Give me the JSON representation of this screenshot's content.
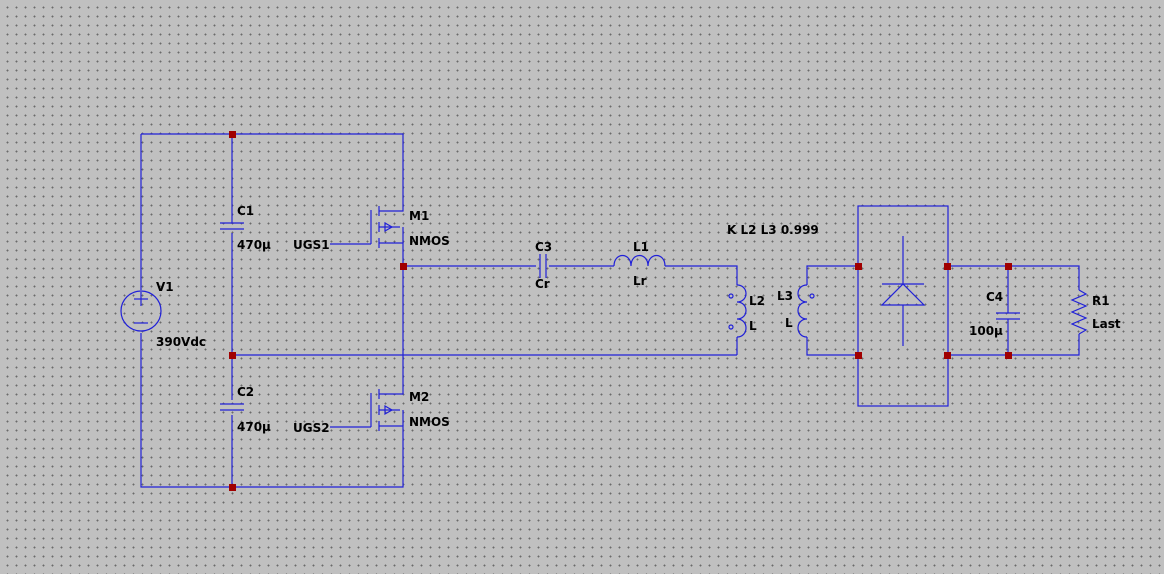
{
  "components": {
    "v1": {
      "name": "V1",
      "value": "390Vdc"
    },
    "c1": {
      "name": "C1",
      "value": "470µ"
    },
    "c2": {
      "name": "C2",
      "value": "470µ"
    },
    "m1": {
      "name": "M1",
      "model": "NMOS",
      "gate": "UGS1"
    },
    "m2": {
      "name": "M2",
      "model": "NMOS",
      "gate": "UGS2"
    },
    "c3": {
      "name": "C3",
      "value": "Cr"
    },
    "l1": {
      "name": "L1",
      "value": "Lr"
    },
    "l2": {
      "name": "L2",
      "value": "L"
    },
    "l3": {
      "name": "L3",
      "value": "L"
    },
    "c4": {
      "name": "C4",
      "value": "100µ"
    },
    "r1": {
      "name": "R1",
      "value": "Last"
    }
  },
  "directives": {
    "coupling": "K L2 L3 0.999"
  },
  "colors": {
    "wire": "#2020d8",
    "junction": "#a00000",
    "background": "#c0c0c0"
  }
}
